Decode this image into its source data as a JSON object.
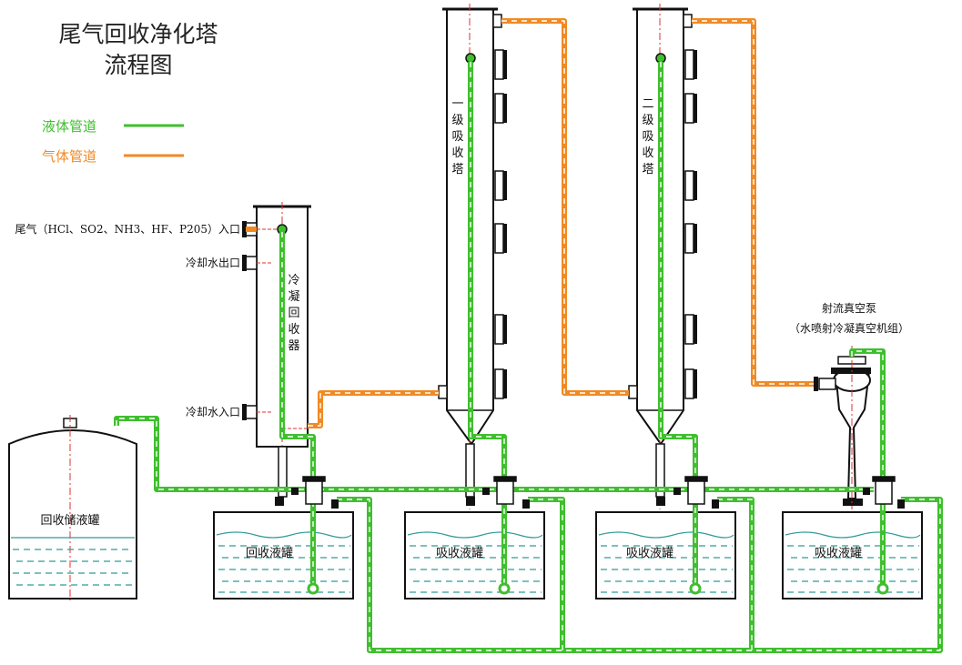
{
  "title": {
    "line1": "尾气回收净化塔",
    "line2": "流程图"
  },
  "legend": {
    "liquid": {
      "label": "液体管道",
      "color": "#3fbf2e"
    },
    "gas": {
      "label": "气体管道",
      "color": "#f08a24"
    }
  },
  "colors": {
    "liquid_pipe": "#3fbf2e",
    "gas_pipe": "#f08a24",
    "center_line": "#e03030",
    "outline": "#111111",
    "liquid_level": "#2f9c9a"
  },
  "labels": {
    "inlet": "尾气（HCl、SO2、NH3、HF、P205）入口",
    "cooling_out": "冷却水出口",
    "cooling_in": "冷却水入口",
    "condenser_chars": [
      "冷",
      "凝",
      "回",
      "收",
      "器"
    ],
    "tower1_chars": [
      "一",
      "级",
      "吸",
      "收",
      "塔"
    ],
    "tower2_chars": [
      "二",
      "级",
      "吸",
      "收",
      "塔"
    ],
    "pump_line1": "射流真空泵",
    "pump_line2": "（水喷射冷凝真空机组）",
    "storage_tank": "回收储液罐",
    "tank_recovery": "回收液罐",
    "tank_abs1": "吸收液罐",
    "tank_abs2": "吸收液罐",
    "tank_abs3": "吸收液罐"
  }
}
